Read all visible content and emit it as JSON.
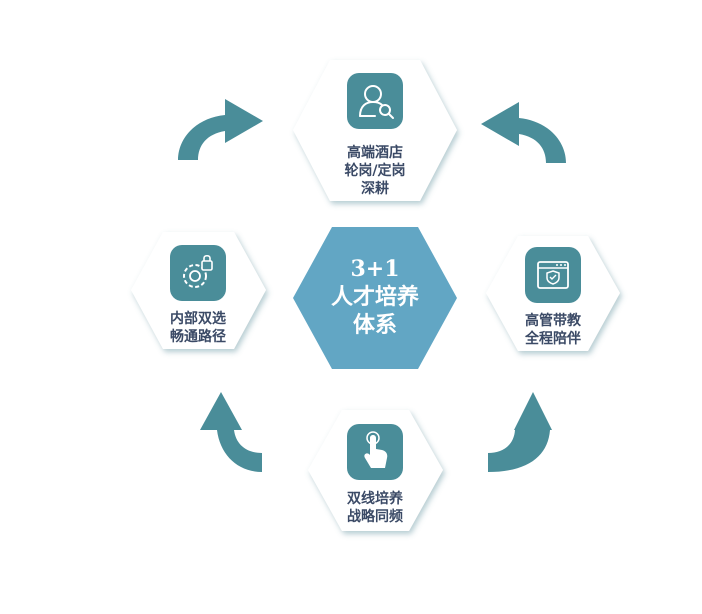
{
  "center": {
    "lines": [
      "3+1",
      "人才培养",
      "体系"
    ]
  },
  "nodes": {
    "top": {
      "lines": [
        "高端酒店",
        "轮岗/定岗",
        "深耕"
      ],
      "icon": "user-search-icon"
    },
    "left": {
      "lines": [
        "内部双选",
        "畅通路径"
      ],
      "icon": "gear-lock-icon"
    },
    "right": {
      "lines": [
        "高管带教",
        "全程陪伴"
      ],
      "icon": "browser-shield-icon"
    },
    "bottom": {
      "lines": [
        "双线培养",
        "战略同频"
      ],
      "icon": "hand-tap-icon"
    }
  },
  "colors": {
    "teal": "#4a8d99",
    "center": "#62a6c4",
    "text": "#3b4a66"
  }
}
